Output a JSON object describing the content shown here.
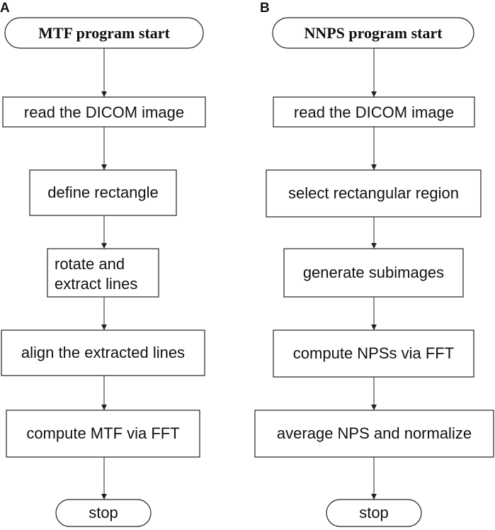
{
  "panels": [
    {
      "label": "A",
      "start": "MTF program start",
      "steps": [
        "read the DICOM image",
        "define rectangle",
        "rotate and extract lines",
        "align the extracted lines",
        "compute MTF via FFT"
      ],
      "end": "stop"
    },
    {
      "label": "B",
      "start": "NNPS program start",
      "steps": [
        "read the DICOM image",
        "select rectangular region",
        "generate subimages",
        "compute NPSs via FFT",
        "average NPS and normalize"
      ],
      "end": "stop"
    }
  ]
}
